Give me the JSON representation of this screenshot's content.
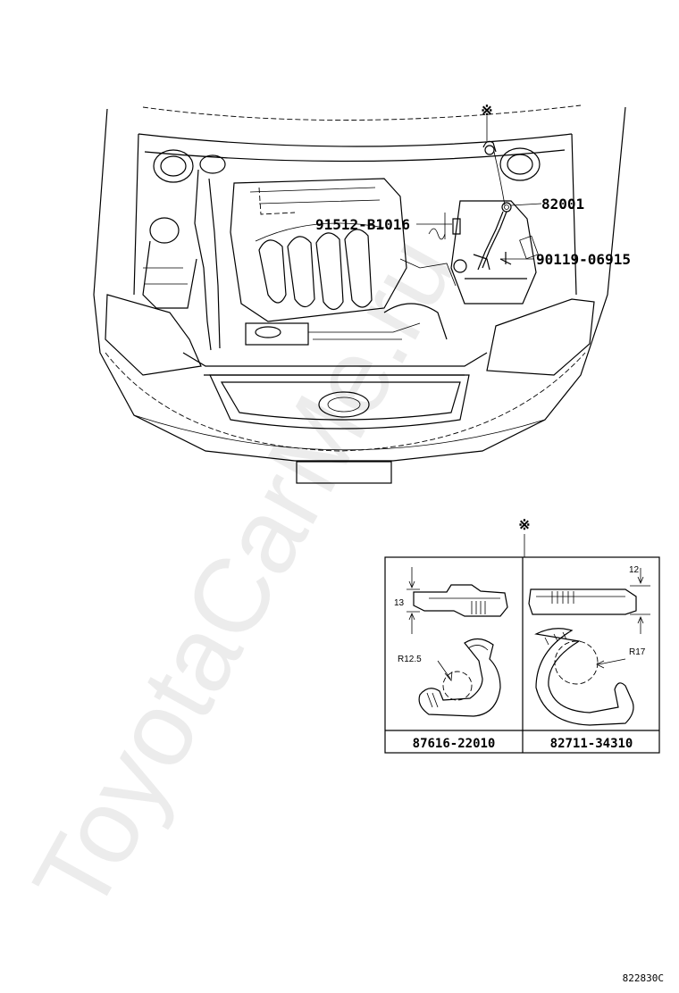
{
  "callouts": {
    "c1": "82001",
    "c2": "91512-B1016",
    "c3": "90119-06915"
  },
  "marker_symbol": "※",
  "detail_panel": {
    "left": {
      "dim_height": "13",
      "dim_radius": "R12.5",
      "part_number": "87616-22010"
    },
    "right": {
      "dim_height": "12",
      "dim_radius": "R17",
      "part_number": "82711-34310"
    }
  },
  "watermark": "ToyotaCarMe.ru",
  "ref_code": "822830C"
}
